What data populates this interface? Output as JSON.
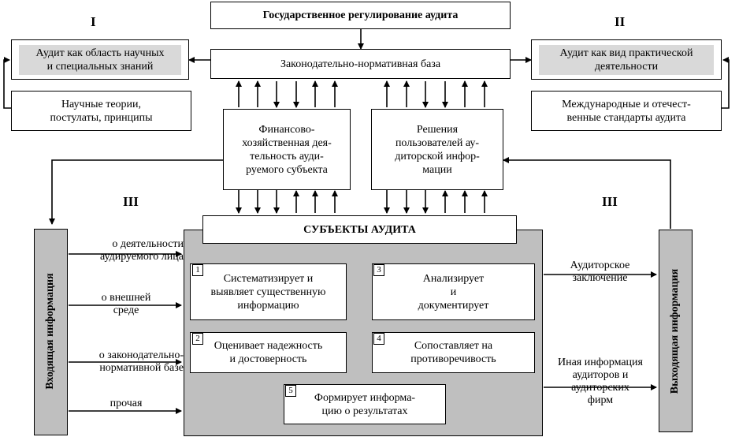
{
  "top_title": "Государственное регулирование аудита",
  "legal_base": "Законодательно-нормативная база",
  "sections": {
    "one": "I",
    "two": "II",
    "three_left": "III",
    "three_right": "III"
  },
  "left_panel": {
    "area_label": "Аудит как область научных\nи специальных знаний",
    "theories": "Научные теории,\nпостулаты, принципы"
  },
  "right_panel": {
    "practice_label": "Аудит как вид практической\nдеятельности",
    "standards": "Международные и отечест-\nвенные стандарты аудита"
  },
  "finance_box": "Финансово-\nхозяйственная дея-\nтельность ауди-\nруемого субъекта",
  "decisions_box": "Решения\nпользователей ау-\nдиторской инфор-\nмации",
  "subjects_title": "СУБЪЕКТЫ АУДИТА",
  "tasks": [
    {
      "num": "1",
      "text": "Систематизирует и\nвыявляет существенную\nинформацию"
    },
    {
      "num": "3",
      "text": "Анализирует\nи\nдокументирует"
    },
    {
      "num": "2",
      "text": "Оценивает надежность\nи достоверность"
    },
    {
      "num": "4",
      "text": "Сопоставляет на\nпротиворечивость"
    },
    {
      "num": "5",
      "text": "Формирует информа-\nцию о результатах"
    }
  ],
  "input_side": {
    "title": "Входящая информация",
    "items": [
      "о деятельности\nаудируемого лица",
      "о внешней\nсреде",
      "о законодательно-\nнормативной базе",
      "прочая"
    ]
  },
  "output_side": {
    "title": "Выходящая информация",
    "items": [
      "Аудиторское\nзаключение",
      "Иная информация\nаудиторов и\nаудиторских\nфирм"
    ]
  },
  "colors": {
    "shade": "#bfbfbf",
    "inner_shade": "#d9d9d9",
    "line": "#000000"
  }
}
